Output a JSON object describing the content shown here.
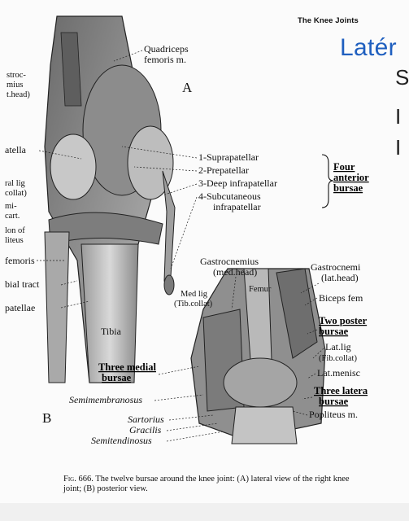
{
  "running_head": "The Knee Joints",
  "slide": {
    "title": "Latér",
    "lines": [
      "S",
      "I",
      "I"
    ],
    "title_color": "#1f5fbf"
  },
  "figure_a": {
    "letter": "A",
    "left_labels": [
      "stroc-",
      "mius",
      "t.head)",
      "atella",
      "ral lig",
      "collat)",
      "mi-",
      "cart.",
      "lon of",
      "liteus",
      "femoris",
      "bial tract",
      "patellae"
    ],
    "right_labels": {
      "quadriceps_1": "Quadriceps",
      "quadriceps_2": "femoris m.",
      "b1": "1-Suprapatellar",
      "b2": "2-Prepatellar",
      "b3": "3-Deep infrapatellar",
      "b4a": "4-Subcutaneous",
      "b4b": "infrapatellar",
      "four_1": "Four",
      "four_2": "anterior",
      "four_3": "bursae",
      "medlig_1": "Med lig",
      "medlig_2": "(Tib.collat)",
      "tibia": "Tibia"
    }
  },
  "figure_b": {
    "letter": "B",
    "labels": {
      "gastro_med_1": "Gastrocnemius",
      "gastro_med_2": "(med.head)",
      "femur": "Femur",
      "gastro_lat_1": "Gastrocnemi",
      "gastro_lat_2": "(lat.head)",
      "biceps": "Biceps fem",
      "two_post_1": "Two poster",
      "two_post_2": "bursae",
      "latlig_1": "Lat.lig",
      "latlig_2": "(Fib.collat)",
      "latmenisc": "Lat.menisc",
      "three_lat_1": "Three latera",
      "three_lat_2": "bursae",
      "popliteus": "Popliteus m.",
      "three_med_1": "Three medial",
      "three_med_2": "bursae",
      "semimem": "Semimembranosus",
      "sartorius": "Sartorius",
      "gracilis": "Gracilis",
      "semiten": "Semitendinosus"
    }
  },
  "caption": {
    "fig": "Fig. 666.",
    "text": " The twelve bursae around the knee joint: (A) lateral view of the right knee joint; (B) posterior view."
  }
}
